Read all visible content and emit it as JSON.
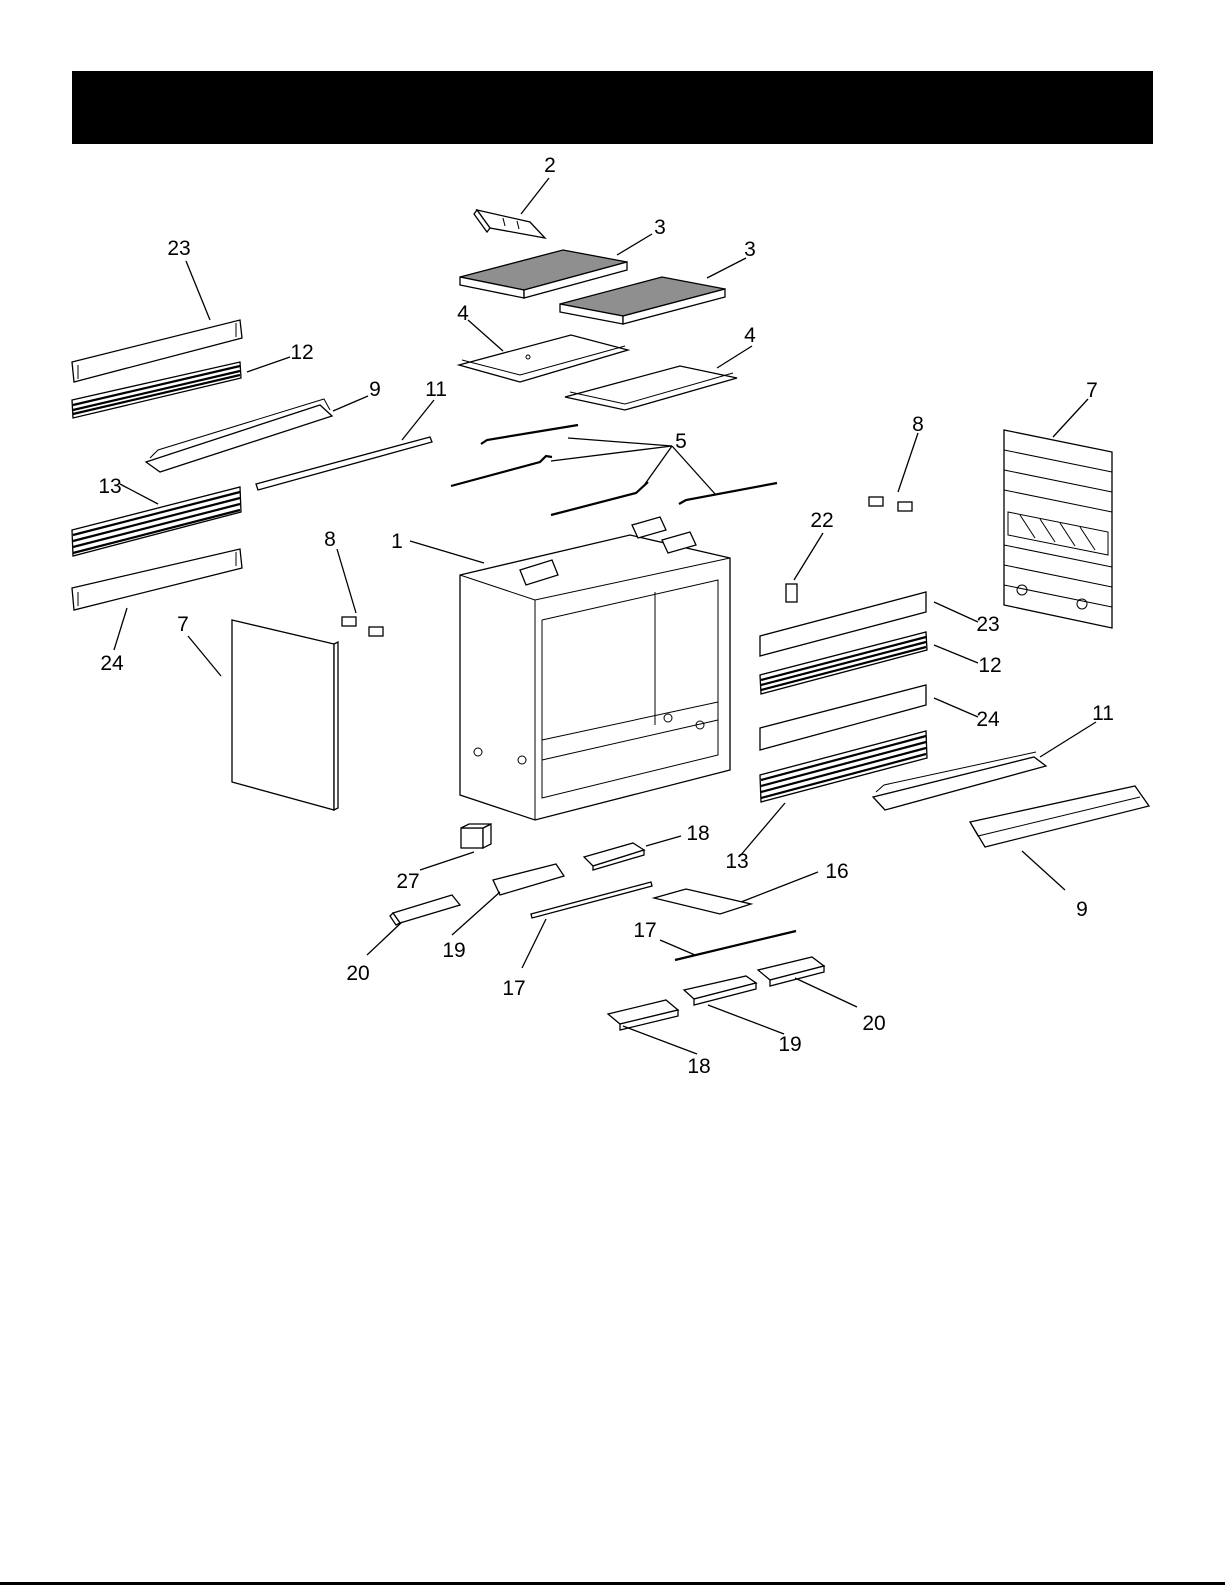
{
  "header": {
    "title": ""
  },
  "callouts": [
    {
      "id": "c2",
      "label": "2"
    },
    {
      "id": "c3a",
      "label": "3"
    },
    {
      "id": "c3b",
      "label": "3"
    },
    {
      "id": "c4a",
      "label": "4"
    },
    {
      "id": "c4b",
      "label": "4"
    },
    {
      "id": "c23a",
      "label": "23"
    },
    {
      "id": "c12a",
      "label": "12"
    },
    {
      "id": "c9a",
      "label": "9"
    },
    {
      "id": "c11a",
      "label": "11"
    },
    {
      "id": "c5",
      "label": "5"
    },
    {
      "id": "c13a",
      "label": "13"
    },
    {
      "id": "c8a",
      "label": "8"
    },
    {
      "id": "c1",
      "label": "1"
    },
    {
      "id": "c7a",
      "label": "7"
    },
    {
      "id": "c24a",
      "label": "24"
    },
    {
      "id": "c8b",
      "label": "8"
    },
    {
      "id": "c7b",
      "label": "7"
    },
    {
      "id": "c22",
      "label": "22"
    },
    {
      "id": "c23b",
      "label": "23"
    },
    {
      "id": "c12b",
      "label": "12"
    },
    {
      "id": "c24b",
      "label": "24"
    },
    {
      "id": "c11b",
      "label": "11"
    },
    {
      "id": "c13b",
      "label": "13"
    },
    {
      "id": "c9b",
      "label": "9"
    },
    {
      "id": "c18a",
      "label": "18"
    },
    {
      "id": "c16",
      "label": "16"
    },
    {
      "id": "c27",
      "label": "27"
    },
    {
      "id": "c19a",
      "label": "19"
    },
    {
      "id": "c20a",
      "label": "20"
    },
    {
      "id": "c17a",
      "label": "17"
    },
    {
      "id": "c17b",
      "label": "17"
    },
    {
      "id": "c20b",
      "label": "20"
    },
    {
      "id": "c19b",
      "label": "19"
    },
    {
      "id": "c18b",
      "label": "18"
    }
  ],
  "colors": {
    "header": "#000000",
    "insulation": "#8f8f8f",
    "line": "#000000"
  }
}
